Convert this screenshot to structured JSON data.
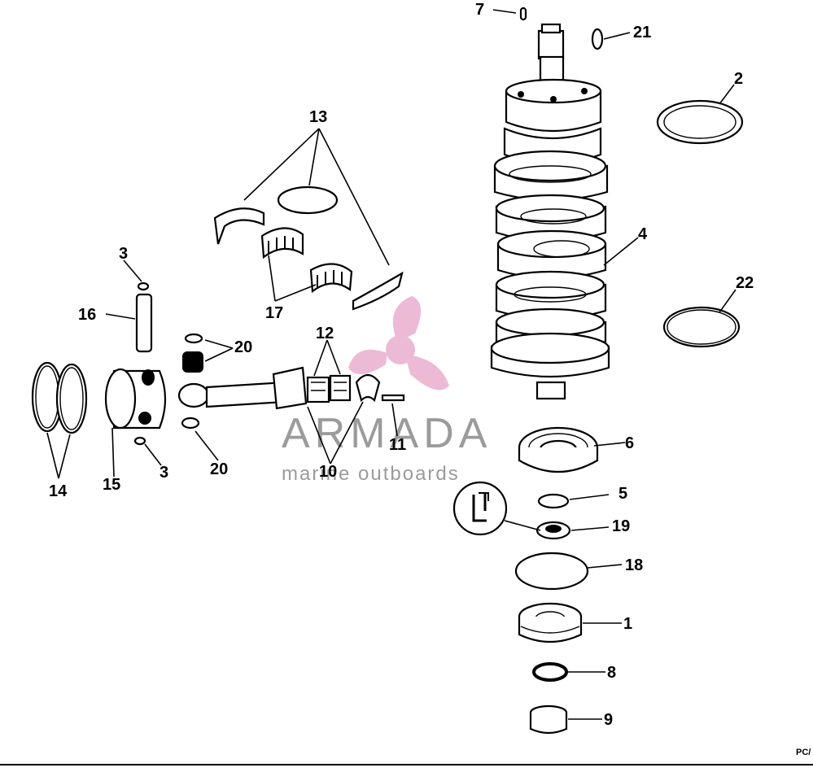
{
  "callouts": {
    "c1": "1",
    "c2": "2",
    "c3a": "3",
    "c3b": "3",
    "c4": "4",
    "c5": "5",
    "c6": "6",
    "c7": "7",
    "c8": "8",
    "c9": "9",
    "c10": "10",
    "c11": "11",
    "c12": "12",
    "c13": "13",
    "c14": "14",
    "c15": "15",
    "c16": "16",
    "c17": "17",
    "c18": "18",
    "c19": "19",
    "c20a": "20",
    "c20b": "20",
    "c21": "21",
    "c22": "22"
  },
  "watermark": {
    "name": "ARMADA",
    "subtitle": "marine outboards",
    "color": "#e6a3c8"
  },
  "corner_code": "PC/"
}
